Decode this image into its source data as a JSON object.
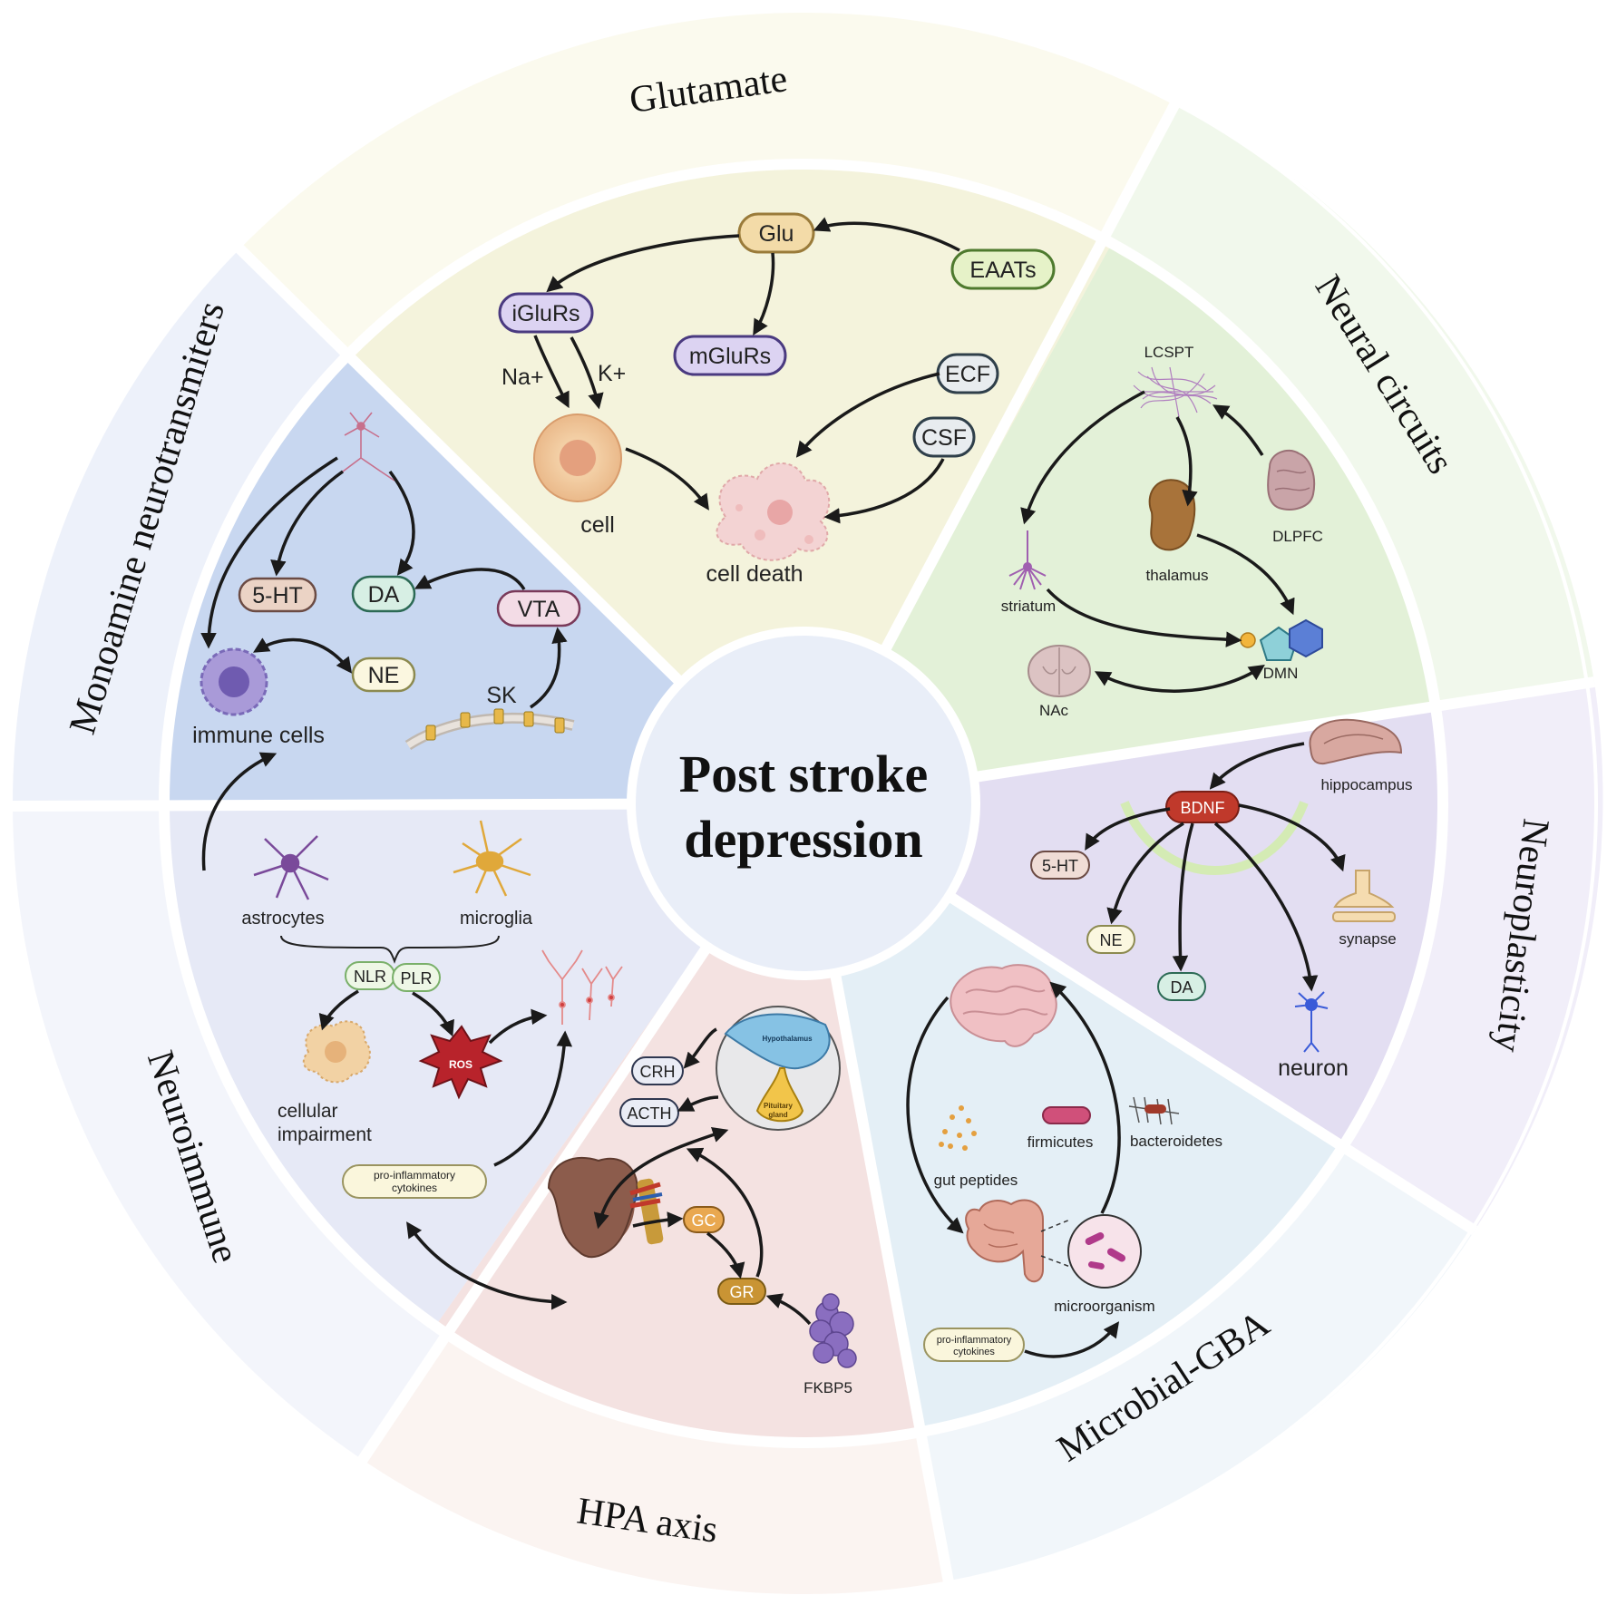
{
  "center": {
    "line1": "Post stroke",
    "line2": "depression"
  },
  "sectors": {
    "glutamate": "Glutamate",
    "neural_circuits": "Neural circuits",
    "neuroplasticity": "Neuroplasticity",
    "microbial_gba": "Microbial-GBA",
    "hpa_axis": "HPA axis",
    "neuroimmune": "Neuroimmune",
    "monoamine": "Monoamine neurotransmiters"
  },
  "glutamate": {
    "glu": "Glu",
    "eaats": "EAATs",
    "iglurs": "iGluRs",
    "mglurs": "mGluRs",
    "na": "Na+",
    "k": "K+",
    "ecf": "ECF",
    "csf": "CSF",
    "cell": "cell",
    "cell_death": "cell death"
  },
  "neural": {
    "lcspt": "LCSPT",
    "dlpfc": "DLPFC",
    "striatum": "striatum",
    "thalamus": "thalamus",
    "dmn": "DMN",
    "nac": "NAc"
  },
  "neuroplasticity": {
    "hippocampus": "hippocampus",
    "bdnf": "BDNF",
    "ht5": "5-HT",
    "ne": "NE",
    "da": "DA",
    "synapse": "synapse",
    "neuron": "neuron"
  },
  "microbial": {
    "firmicutes": "firmicutes",
    "bacteroidetes": "bacteroidetes",
    "gut_peptides": "gut peptides",
    "microorganism": "microorganism",
    "cytokines_1": "pro-inflammatory",
    "cytokines_2": "cytokines"
  },
  "hpa": {
    "crh": "CRH",
    "acth": "ACTH",
    "hypothalamus": "Hypothalamus",
    "pituitary_1": "Pituitary",
    "pituitary_2": "gland",
    "gc": "GC",
    "gr": "GR",
    "fkbp5": "FKBP5"
  },
  "neuroimmune": {
    "astrocytes": "astrocytes",
    "microglia": "microglia",
    "nlr": "NLR",
    "plr": "PLR",
    "ros": "ROS",
    "impair_1": "cellular",
    "impair_2": "impairment",
    "cytokines_1": "pro-inflammatory",
    "cytokines_2": "cytokines"
  },
  "monoamine": {
    "ht5": "5-HT",
    "da": "DA",
    "vta": "VTA",
    "ne": "NE",
    "sk": "SK",
    "immune_cells": "immune cells"
  },
  "colors": {
    "glutamate": "#f4f3dc",
    "neural": "#e3f1d8",
    "neuroplasticity": "#e3def2",
    "microbial": "#e4eff6",
    "hpa": "#f4e2e1",
    "neuroimmune": "#e6e9f6",
    "monoamine": "#c8d7f0",
    "center": "#e9eef8",
    "bdnf": "#c0392b"
  }
}
